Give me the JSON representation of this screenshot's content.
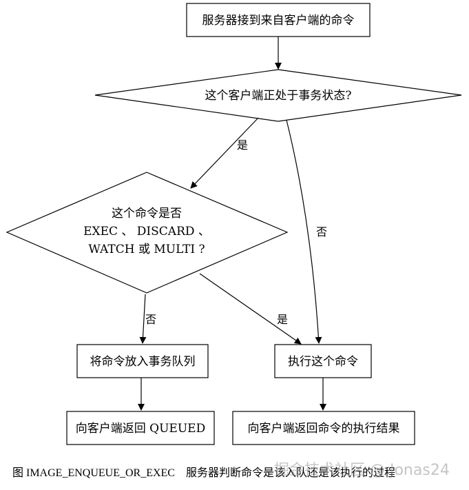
{
  "nodes": {
    "receive": "服务器接到来自客户端的命令",
    "in_transaction": "这个客户端正处于事务状态?",
    "is_special_cmd": [
      "这个命令是否",
      "EXEC 、 DISCARD 、",
      "WATCH 或 MULTI ?"
    ],
    "enqueue": "将命令放入事务队列",
    "execute": "执行这个命令",
    "return_queued": "向客户端返回 QUEUED",
    "return_result": "向客户端返回命令的执行结果"
  },
  "edges": {
    "in_tx_yes": "是",
    "in_tx_no": "否",
    "special_no": "否",
    "special_yes": "是"
  },
  "caption": {
    "figure_id": "图 IMAGE_ENQUEUE_OR_EXEC",
    "text": "服务器判断命令是该入队还是该执行的过程"
  },
  "watermark": "掘金技术社区 @ Jonas24"
}
